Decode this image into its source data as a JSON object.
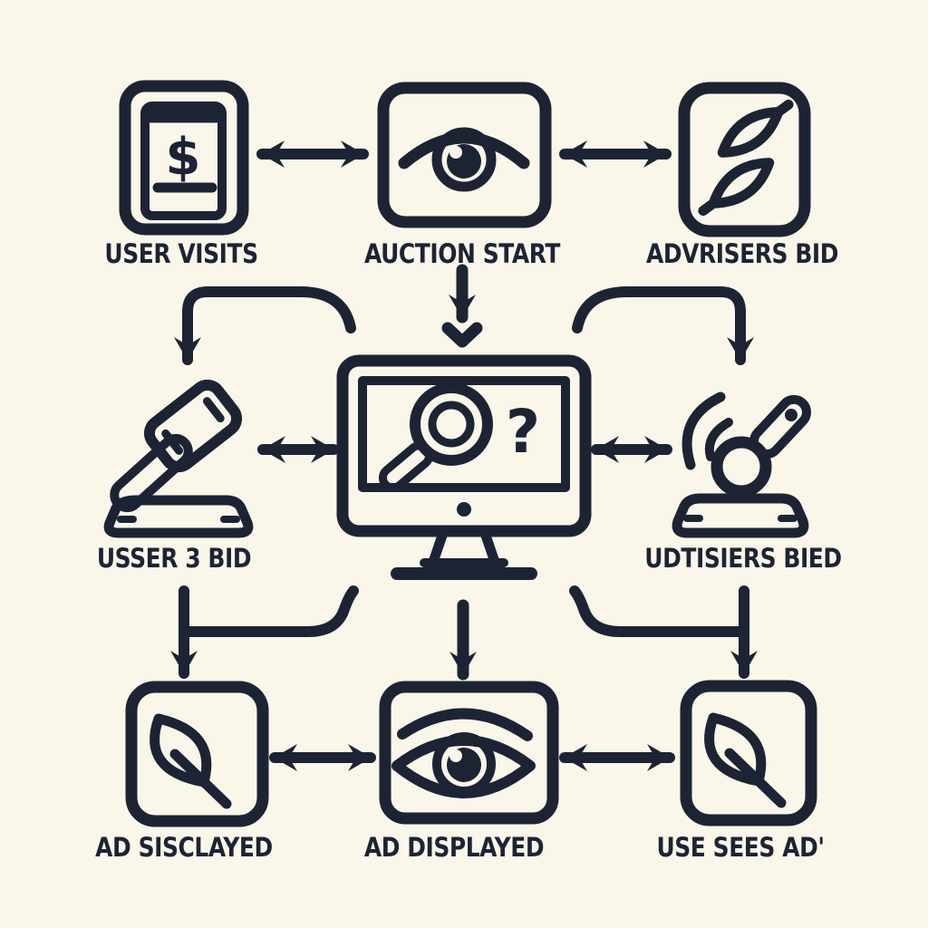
{
  "diagram": {
    "description": "Ad auction flowchart, line-art icons, three rows",
    "colors": {
      "background": "#FAF6EA",
      "line": "#1C2434"
    },
    "glyphs": {
      "dollar": "$",
      "question": "?"
    },
    "nodes": [
      {
        "id": "user-visits",
        "label": "USER VISITS",
        "icon": "mobile-dollar-icon",
        "row": 1,
        "col": 1
      },
      {
        "id": "auction-start",
        "label": "AUCTION START",
        "icon": "eye-icon",
        "row": 1,
        "col": 2
      },
      {
        "id": "advertisers-bid",
        "label": "ADVRISERS BID",
        "icon": "double-leaf-icon",
        "row": 1,
        "col": 3
      },
      {
        "id": "user-bid",
        "label": "USSER 3 BID",
        "icon": "gavel-icon",
        "row": 2,
        "col": 1
      },
      {
        "id": "ad-selection",
        "label": "",
        "icon": "monitor-search-icon",
        "row": 2,
        "col": 2
      },
      {
        "id": "advertisers-bid-2",
        "label": "UDTISIERS BIED",
        "icon": "mallet-sound-icon",
        "row": 2,
        "col": 3
      },
      {
        "id": "ad-displayed-left",
        "label": "AD SISCLAYED",
        "icon": "leaf-icon",
        "row": 3,
        "col": 1
      },
      {
        "id": "ad-displayed",
        "label": "AD DISPLAYED",
        "icon": "eye-icon",
        "row": 3,
        "col": 2
      },
      {
        "id": "user-sees-ad",
        "label": "USE SEES AD'",
        "icon": "leaf-icon",
        "row": 3,
        "col": 3
      }
    ],
    "connectors": [
      {
        "from": "user-visits",
        "to": "auction-start",
        "type": "double-arrow"
      },
      {
        "from": "auction-start",
        "to": "advertisers-bid",
        "type": "double-arrow"
      },
      {
        "from": "auction-start",
        "to": "ad-selection",
        "type": "down-arrow-with-chevron"
      },
      {
        "from": "user-visits",
        "to": "user-bid",
        "type": "elbow-down-arrow"
      },
      {
        "from": "advertisers-bid",
        "to": "advertisers-bid-2",
        "type": "elbow-down-arrow"
      },
      {
        "from": "user-bid",
        "to": "ad-selection",
        "type": "double-arrow"
      },
      {
        "from": "ad-selection",
        "to": "advertisers-bid-2",
        "type": "double-arrow"
      },
      {
        "from": "user-bid",
        "to": "ad-displayed-left",
        "type": "elbow-down-arrow"
      },
      {
        "from": "advertisers-bid-2",
        "to": "user-sees-ad",
        "type": "elbow-down-arrow"
      },
      {
        "from": "ad-selection",
        "to": "ad-displayed",
        "type": "down-arrow"
      },
      {
        "from": "ad-displayed-left",
        "to": "ad-displayed",
        "type": "double-arrow"
      },
      {
        "from": "ad-displayed",
        "to": "user-sees-ad",
        "type": "double-arrow"
      }
    ]
  }
}
